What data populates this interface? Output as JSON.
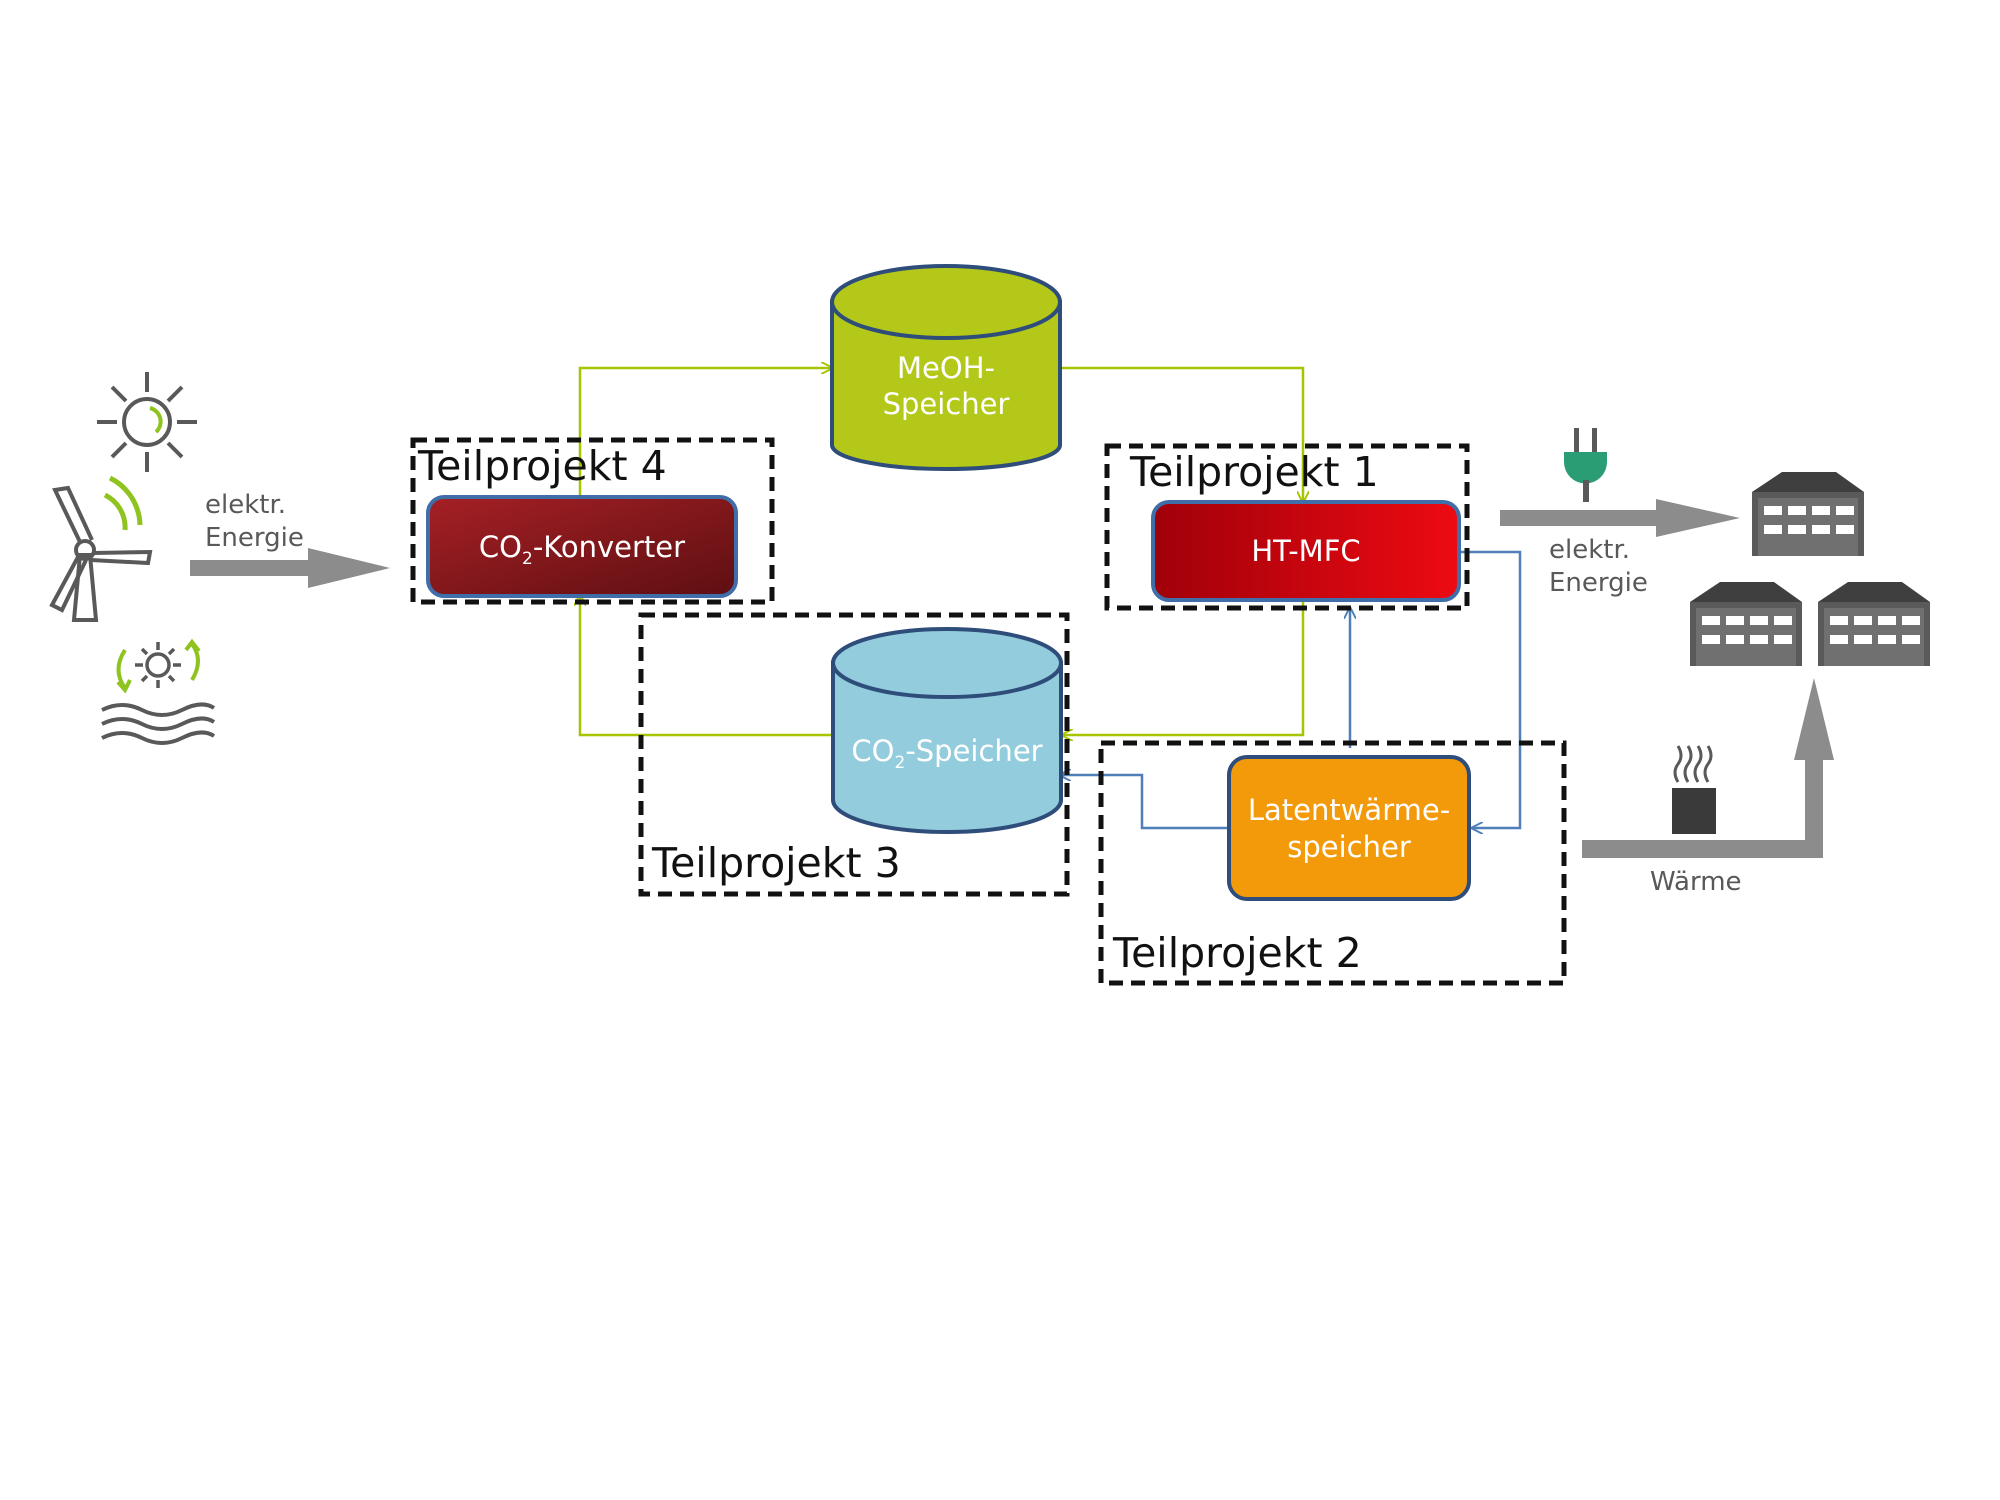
{
  "teilprojekte": {
    "tp1": "Teilprojekt 1",
    "tp2": "Teilprojekt 2",
    "tp3": "Teilprojekt 3",
    "tp4": "Teilprojekt 4"
  },
  "components": {
    "co2_konverter": {
      "prefix": "CO",
      "sub": "2",
      "suffix": "-Konverter"
    },
    "ht_mfc": "HT-MFC",
    "meoh_line1": "MeOH-",
    "meoh_line2": "Speicher",
    "co2_speicher": {
      "prefix": "CO",
      "sub": "2",
      "suffix": "-Speicher"
    },
    "latent_line1": "Latentwärme-",
    "latent_line2": "speicher"
  },
  "flows": {
    "input_line1": "elektr.",
    "input_line2": "Energie",
    "output_line1": "elektr.",
    "output_line2": "Energie",
    "heat": "Wärme"
  },
  "icons": [
    "sun-icon",
    "wind-turbine-icon",
    "geothermal-icon",
    "plug-icon",
    "building-icon",
    "chimney-icon"
  ],
  "colors": {
    "green_line": "#a8c400",
    "blue_line": "#4f7fb8",
    "meoh_fill": "#b4c81a",
    "co2_fill": "#93cddd",
    "latent_fill": "#f29a0a",
    "konverter_fill": "#8b1a1a",
    "mfc_fill": "#d9000d",
    "arrow_grey": "#8c8c8c"
  }
}
